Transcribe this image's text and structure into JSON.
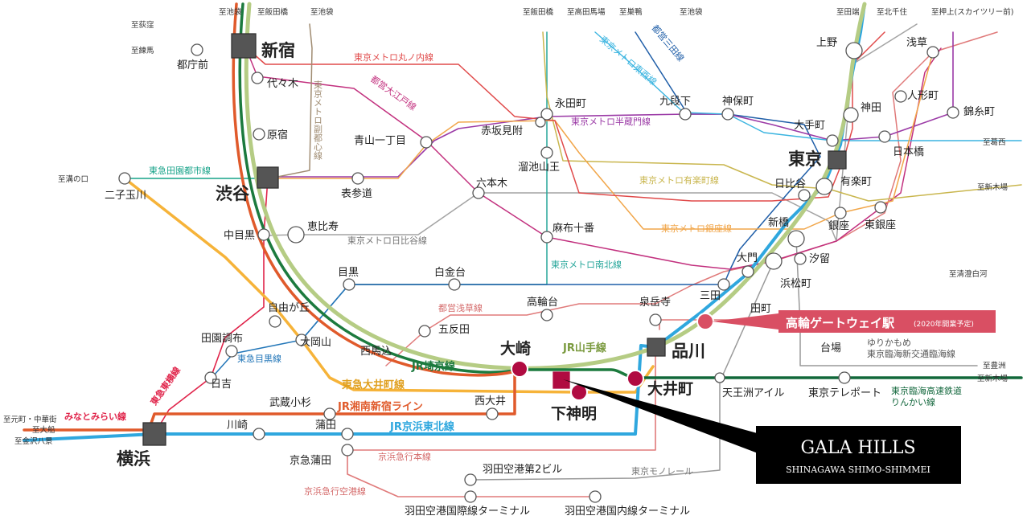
{
  "stations": {
    "shinjuku": "新宿",
    "tochomae": "都庁前",
    "yoyogi": "代々木",
    "harajuku": "原宿",
    "shibuya": "渋谷",
    "ebisu": "恵比寿",
    "nakameguro": "中目黒",
    "futakotamagawa": "二子玉川",
    "meguro": "目黒",
    "shirokanedai": "白金台",
    "jiyugaoka": "自由が丘",
    "denenchofu": "田園調布",
    "hiyoshi": "日吉",
    "ookayama": "大岡山",
    "nishimagome": "西馬込",
    "gotanda": "五反田",
    "osaki": "大崎",
    "shimoshinmei": "下神明",
    "oimachi": "大井町",
    "shinagawa": "品川",
    "takanawadai": "高輪台",
    "sengakuji": "泉岳寺",
    "mita": "三田",
    "tamachi": "田町",
    "daimon": "大門",
    "hamamatsucho": "浜松町",
    "shiodome": "汐留",
    "shimbashi": "新橋",
    "hibiya": "日比谷",
    "ginza": "銀座",
    "higashiginza": "東銀座",
    "yurakucho": "有楽町",
    "tokyo": "東京",
    "otemachi": "大手町",
    "nihombashi": "日本橋",
    "kanda": "神田",
    "ningyocho": "人形町",
    "ueno": "上野",
    "asakusa": "浅草",
    "kinshicho": "錦糸町",
    "jimbocho": "神保町",
    "kudanshita": "九段下",
    "nagatacho": "永田町",
    "akasakamitsuke": "赤坂見附",
    "tameikesanno": "溜池山王",
    "roppongi": "六本木",
    "azabujuban": "麻布十番",
    "aoyamaitchome": "青山一丁目",
    "omotesando": "表参道",
    "daiba": "台場",
    "tennozuisle": "天王洲アイル",
    "tokyoteleport": "東京テレポート",
    "musashikosugi": "武蔵小杉",
    "nishioi": "西大井",
    "kawasaki": "川崎",
    "kamata": "蒲田",
    "keikyukamata": "京急蒲田",
    "yokohama": "横浜",
    "hanedaterm2": "羽田空港第2ビル",
    "hanedaintl": "羽田空港国際線ターミナル",
    "hanedadom": "羽田空港国内線ターミナル",
    "takanawagateway": "高輪ゲートウェイ駅"
  },
  "takanawa_note": "(2020年開業予定)",
  "lines": {
    "marunouchi": "東京メトロ丸ノ内線",
    "oedo": "都営大江戸線",
    "fukutoshin": "東京メトロ副都心線",
    "denentoshi": "東急田園都市線",
    "hanzomon": "東京メトロ半蔵門線",
    "tozai": "東京メトロ東西線",
    "mita": "都営三田線",
    "yurakucho": "東京メトロ有楽町線",
    "ginza": "東京メトロ銀座線",
    "hibiya": "東京メトロ日比谷線",
    "namboku": "東京メトロ南北線",
    "asakusa": "都営浅草線",
    "yamanote": "JR山手線",
    "saikyo": "JR埼京線",
    "oimachi": "東急大井町線",
    "meguro": "東急目黒線",
    "toyoko": "東急東横線",
    "shonan": "JR湘南新宿ライン",
    "keihintohoku": "JR京浜東北線",
    "minatomirai": "みなとみらい線",
    "keikyu": "京浜急行本線",
    "keikyuairport": "京浜急行空港線",
    "monorail": "東京モノレール",
    "yurikamome1": "ゆりかもめ",
    "yurikamome2": "東京臨海新交通臨海線",
    "rinkai1": "東京臨海高速鉄道",
    "rinkai2": "りんかい線"
  },
  "directions": {
    "ogikubo": "至荻窪",
    "nerima": "至練馬",
    "ikebukuro1": "至池袋",
    "iidabashi1": "至飯田橋",
    "ikebukuro2": "至池袋",
    "iidabashi2": "至飯田橋",
    "takadanobaba": "至高田馬場",
    "sugamo": "至巣鴨",
    "ikebukuro3": "至池袋",
    "tabata": "至田端",
    "kitasenju": "至北千住",
    "oshiage": "至押上(スカイツリー前)",
    "kasai": "至葛西",
    "shinkiba1": "至新木場",
    "kiyosumi": "至清澄白河",
    "toyosu": "至豊洲",
    "shinkiba2": "至新木場",
    "mizonokuchi": "至溝の口",
    "motomachi": "至元町・中華街",
    "ofuna": "至大船",
    "kanazawa": "至金沢八景"
  },
  "callout": {
    "title": "GALA HILLS",
    "subtitle": "SHINAGAWA SHIMO-SHIMMEI"
  },
  "colors": {
    "yamanote": "#b5cc84",
    "saikyo": "#1c7a3e",
    "shonan": "#e05a2b",
    "keihin": "#2fa7de",
    "oimachi": "#f6b339",
    "red_accent": "#b00b41",
    "takanawa_badge": "#d94f63",
    "marunouchi": "#e04a4a",
    "oedo": "#c2307e",
    "hanzomon": "#9b3aa6",
    "tozai": "#3ab4e0",
    "mita": "#1f5ea8",
    "yurakucho": "#c9b64e",
    "ginza": "#f1a64a",
    "hibiya": "#a3a3a3",
    "namboku": "#26a69a",
    "asakusa": "#e07a7a",
    "fukutoshin": "#a08c72",
    "denentoshi": "#17a389",
    "meguro": "#2276b8",
    "toyoko": "#e0244a",
    "rinkai": "#11663b",
    "keikyu": "#e07a7a"
  }
}
